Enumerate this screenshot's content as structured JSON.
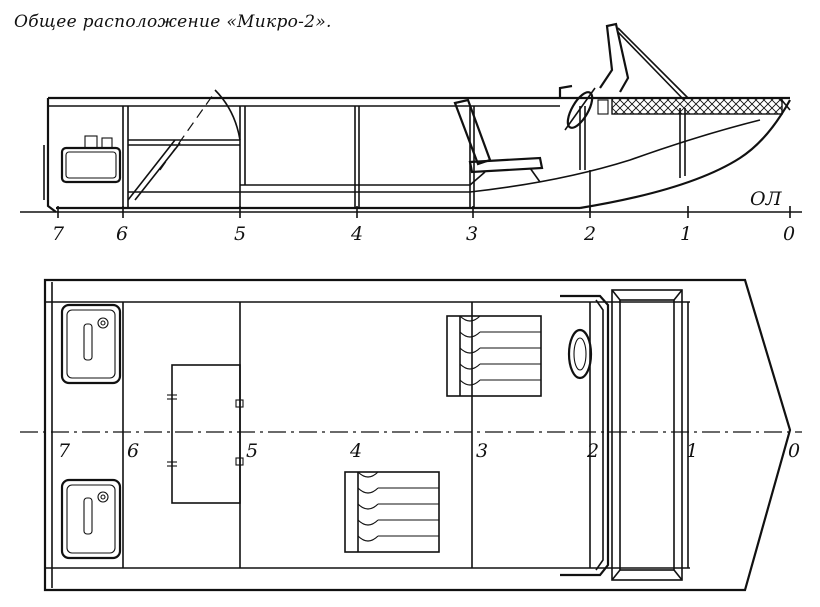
{
  "title": "Общее расположение «Микро-2».",
  "side_view": {
    "baseline_label": "ОЛ",
    "stations": [
      "7",
      "6",
      "5",
      "4",
      "3",
      "2",
      "1",
      "0"
    ]
  },
  "plan_view": {
    "stations": [
      "7",
      "6",
      "5",
      "4",
      "3",
      "2",
      "1",
      "0"
    ]
  }
}
